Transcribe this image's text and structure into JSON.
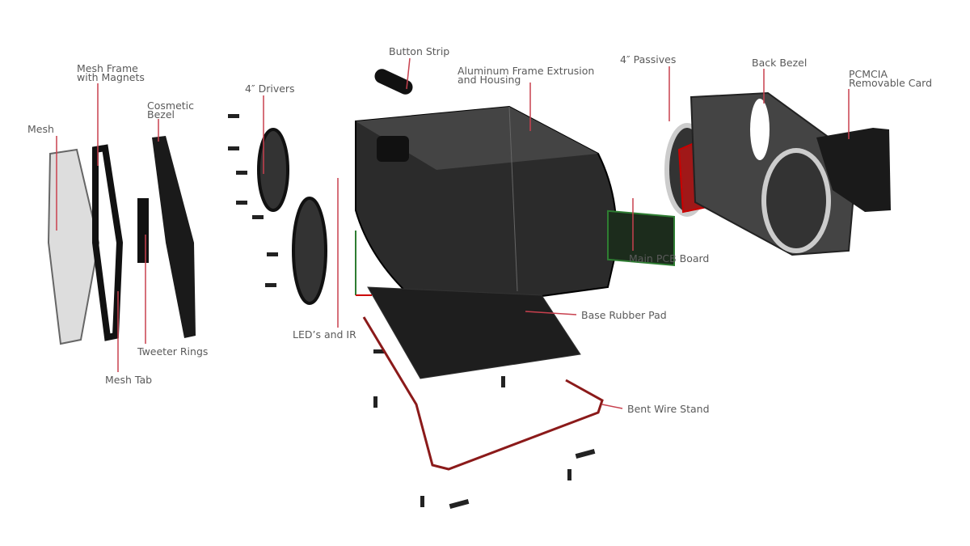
{
  "title": "Exploded view of speaker assembly",
  "colors": {
    "leader": "#c8404e",
    "text": "#5a5a5a",
    "part": "#1a1a1a",
    "stand": "#8b1a1a",
    "pcb": "#2e7d32"
  },
  "labels": {
    "mesh": "Mesh",
    "mesh_frame_1": "Mesh Frame",
    "mesh_frame_2": "with Magnets",
    "cosmetic_bezel_1": "Cosmetic",
    "cosmetic_bezel_2": "Bezel",
    "drivers": "4″ Drivers",
    "button_strip": "Button Strip",
    "housing_1": "Aluminum Frame Extrusion",
    "housing_2": "and Housing",
    "passives": "4″ Passives",
    "back_bezel": "Back Bezel",
    "pcmcia_1": "PCMCIA",
    "pcmcia_2": "Removable Card",
    "main_pcb": "Main PCB Board",
    "base_pad": "Base Rubber Pad",
    "wire_stand": "Bent Wire Stand",
    "leds": "LED’s and IR",
    "tweeter_rings": "Tweeter Rings",
    "mesh_tab": "Mesh Tab"
  }
}
